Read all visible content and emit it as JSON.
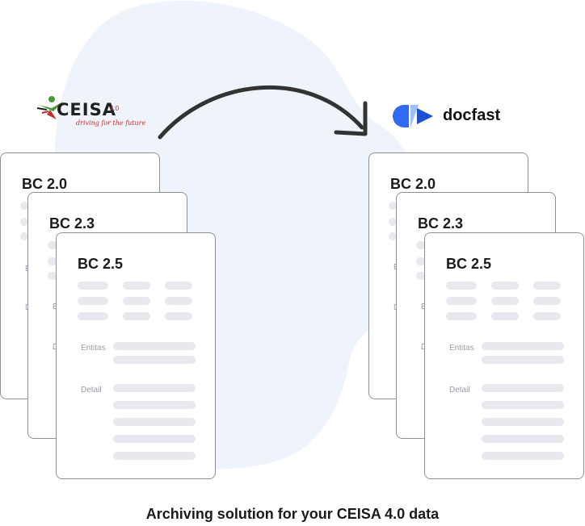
{
  "left_group": {
    "logo": {
      "wordmark": "CEISA",
      "version": "4.0",
      "tagline": "driving for the future",
      "icon": "ceisa-logo-icon"
    },
    "cards": [
      {
        "title": "BC 2.0"
      },
      {
        "title": "BC 2.3"
      },
      {
        "title": "BC 2.5",
        "entitas_label": "Entitas",
        "detail_label": "Detail"
      }
    ]
  },
  "right_group": {
    "logo": {
      "wordmark": "docfast",
      "icon": "docfast-logo-icon"
    },
    "cards": [
      {
        "title": "BC 2.0"
      },
      {
        "title": "BC 2.3"
      },
      {
        "title": "BC 2.5",
        "entitas_label": "Entitas",
        "detail_label": "Detail"
      }
    ]
  },
  "arrow": {
    "icon": "curved-arrow-icon"
  },
  "caption": "Archiving solution for your CEISA 4.0 data",
  "colors": {
    "background_blob": "#eef3fc",
    "card_border": "#8e9098",
    "placeholder": "#e8e8ee",
    "arrow": "#333333",
    "ceisa_red": "#c4302b",
    "ceisa_green": "#4a9a3c",
    "docfast_blue": "#2e6bf0"
  }
}
